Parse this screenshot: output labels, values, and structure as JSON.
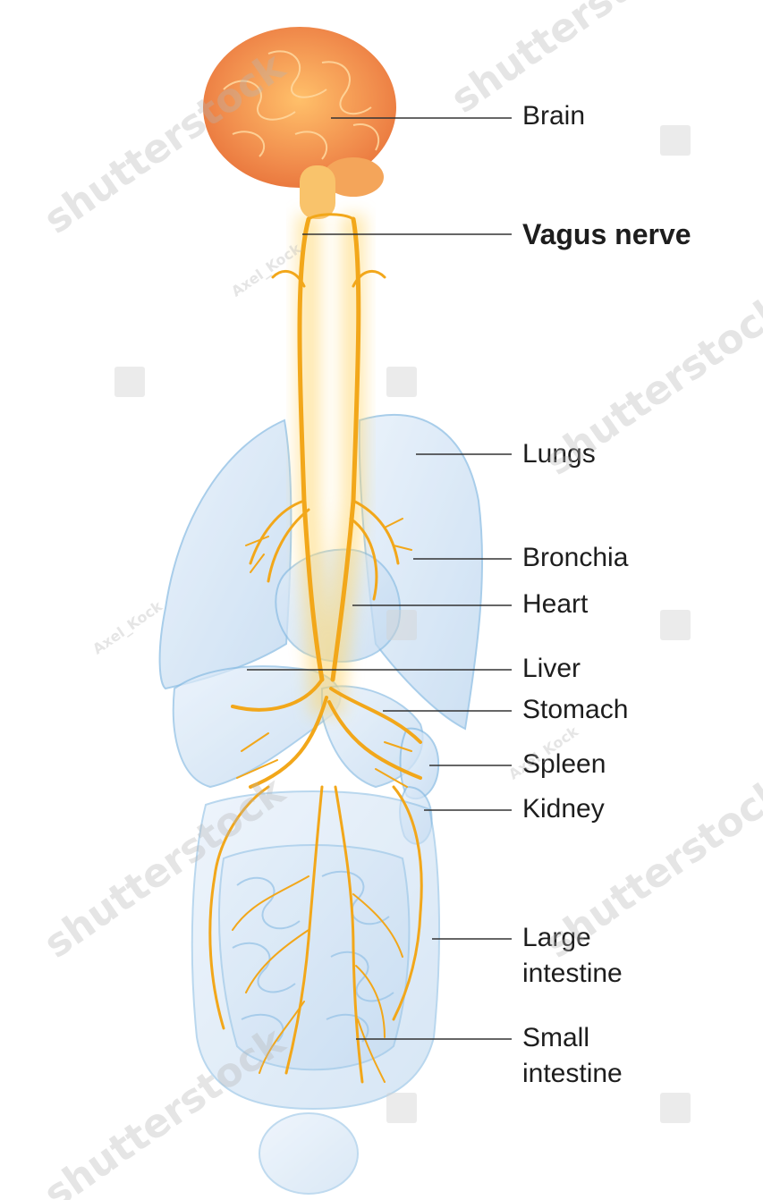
{
  "labels": [
    {
      "id": "brain",
      "text": "Brain"
    },
    {
      "id": "vagus",
      "text": "Vagus nerve"
    },
    {
      "id": "lungs",
      "text": "Lungs"
    },
    {
      "id": "bronchia",
      "text": "Bronchia"
    },
    {
      "id": "heart",
      "text": "Heart"
    },
    {
      "id": "liver",
      "text": "Liver"
    },
    {
      "id": "stomach",
      "text": "Stomach"
    },
    {
      "id": "spleen",
      "text": "Spleen"
    },
    {
      "id": "kidney",
      "text": "Kidney"
    },
    {
      "id": "large_intestine_1",
      "text": "Large"
    },
    {
      "id": "large_intestine_2",
      "text": "intestine"
    },
    {
      "id": "small_intestine_1",
      "text": "Small"
    },
    {
      "id": "small_intestine_2",
      "text": "intestine"
    }
  ],
  "watermarks": {
    "brand": "shutterstock",
    "author": "Axel_Kock"
  },
  "colors": {
    "nerve": "#f2a71a",
    "brain": "#f08a4b",
    "organ_fill": "#cfe3f5",
    "organ_stroke": "#8bbde3",
    "leader": "#333333"
  }
}
